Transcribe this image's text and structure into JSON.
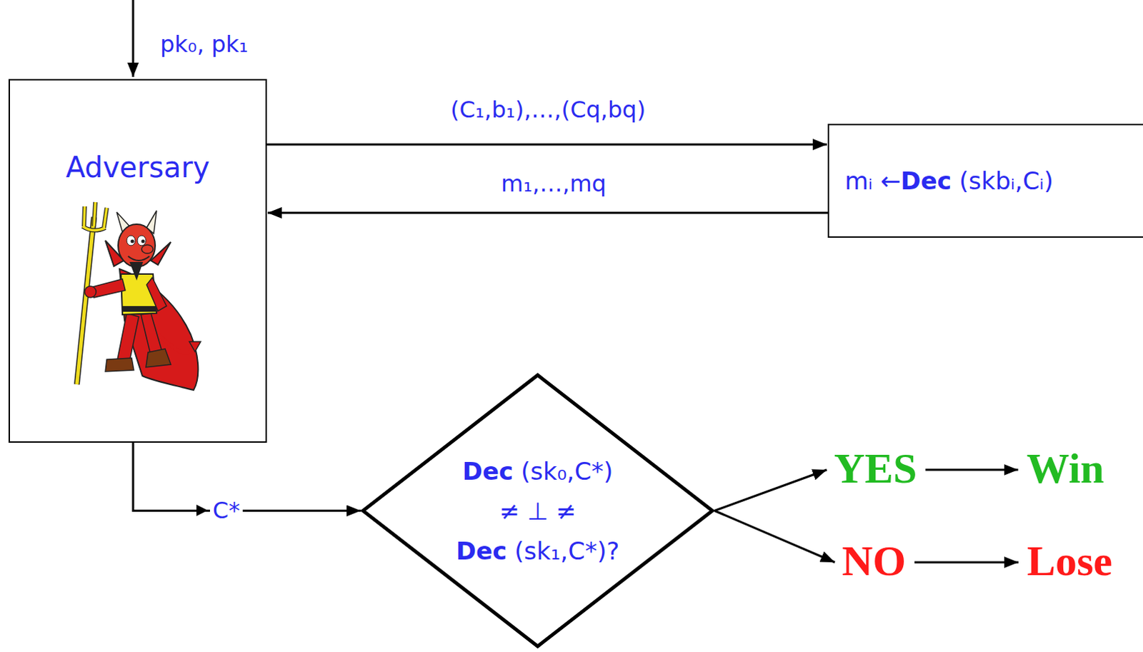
{
  "diagram": {
    "nodes": [
      {
        "text": [
          "Adversary"
        ]
      },
      {
        "text": [
          "mᵢ ←Dec (skbᵢ,Cᵢ)"
        ]
      },
      {
        "text": [
          "Dec (sk₀,C*) ≠ ⊥ ≠ Dec (sk₁,C*)?"
        ]
      },
      {
        "text": [
          "YES"
        ]
      },
      {
        "text": [
          "Win"
        ]
      },
      {
        "text": [
          "NO"
        ]
      },
      {
        "text": [
          "Lose"
        ]
      }
    ],
    "edges": [
      {
        "from": 0,
        "to": 1,
        "arrow": "to",
        "label": "(C₁,b₁),…,(Cq,bq)"
      },
      {
        "from": 1,
        "to": 0,
        "arrow": "to",
        "label": "m₁,…,mq"
      },
      {
        "from": 0,
        "to": 2,
        "arrow": "to",
        "label": "C*"
      },
      {
        "from": 2,
        "to": 3,
        "arrow": "to"
      },
      {
        "from": 2,
        "to": 5,
        "arrow": "to"
      },
      {
        "from": 3,
        "to": 4,
        "arrow": "to"
      },
      {
        "from": 5,
        "to": 6,
        "arrow": "to"
      }
    ],
    "labels": [
      "pk₀, pk₁"
    ]
  }
}
